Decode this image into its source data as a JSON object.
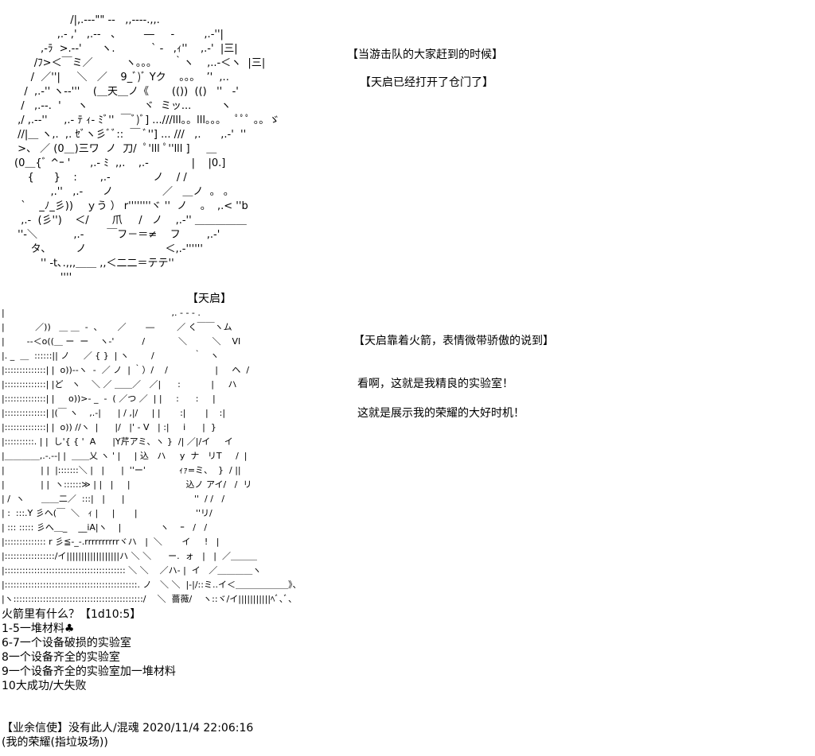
{
  "scene1": {
    "art": "                 /|,.---\"\" --   ,,----.,,.\n             ,.- ,'   ,.-‐   、       ―     ‐         ,.-''|\n        ,-ﾗ  >.--'      ヽ.           ` -   ,ｨ''    ,.-'  |三|\n      /ﾌ>＜￣ミ／          ヽ。。。     ｀ヽ    ,..-＜ヽ  |三|\n     /  ／''|     ＼   ／    9_ﾞ)ﾞ Yク    。。。  ’'  ,..\n   /  ,.-'' ヽ--'''    (＿天＿ノ《       (())  (()   ''   -'\n  /   ,.--.  '     ヽ                 ヾ  ミッ...         ヽ\n ,/ ,.--''     ,.- ﾃ ｨ- ﾐﾞ''  ￣ﾞ)ﾞ] ...///lll。。lll。。。   ﾟﾟﾟ 。。ゞ\n //|＿ ヽ,.  ,. ｾﾞヽ彡ﾞﾞ::  ￣ ﾞ''] ... ///   ,.      ,.-'  ''\n >、 ／ (0＿)三ワ  ノ  刀/  ﾟ'lll ﾟ''lll ]     ＿\n(0＿{ﾞ ^ｰ '      ,.- ﾐ  ,,.    ,.-             |    |0.]\n    {      }    :       ,.-             ノ    / /\n           ,.''   ,.-      ノ               ／   ＿ノ  。 。\n  `    _ﾉ_彡))    ｙう ） r''''''''ヾ ''  ノ    。  ,.< ''b\n  ,.-  (彡'')    ＜/       爪     /   ノ    ,.-'' ＿＿＿＿＿\n ''-＼           ,.-       ￣フ－＝≠    フ        ,.-'\n     タ､         ノ                        ＜,.-''''''\n        '' -t､.,,,＿＿ ,,＜二二＝テテ''\n              ''''",
    "caption1": "【当游击队的大家赶到的时候】",
    "caption2": "【天启已经打开了仓门了】"
  },
  "scene2": {
    "name_tag": "【天启】",
    "art": "|                                                            ,. - - - .\n|           ／))   ＿ ＿  -  ､       ／       ―        ／ く￣￣ヽム\n|        --＜ο((＿ ー  ー    ヽ-'          /            ＼         ＼    VI\n|. _  ＿  ::::::|| ノ     ／ { }  | ヽ        /              ｀   ヽ\n|::::::::::::::| |  ο))--ヽ  -  ／ ノ  | ｀）/    /                 |     ヘ  /\n|::::::::::::::| |ど   ヽ    ＼ ／ ＿＿／   ／|      :           |     ハ\n|::::::::::::::| |     ο))>- _  -  ( ／つ ／  | |     :      :     |\n|::::::::::::::| |(￣ ヽ    ,.-|      | / ,|/     | |       :|       |    :|\n|::::::::::::::| |  ο)) //ヽ  |      |/   |' - V   | :|     i      |  }\n|::::::::::. | |  し'{ { '  A      |Y芹アミ、ヽ }  /| ／|/イ     イ\n|＿＿＿＿,.-.--| |  ＿＿乂 ヽ ' |     | 込   ハ     y  ナ   リT     /  |\n|             | |  |:::::::＼ |   |      |  ''ー'            ｨｧ=ミ、  }  / ||\n|             | |  ヽ::::::≫ | |   |     |                    込ノ アイ/   /  リ\n| /  ヽ      ＿＿二／  :::|   |      |                         ''  / /   /\n| :  :::.Y 彡ヘ(￣  ＼   ｨ |     |       |                     ''リ/\n| ::: ::::: 彡へ＿_    __iA|ヽ    |              ヽ    ｰ   /   /\n|:::::::::::::: r 彡≦-_-.rrrrrrrrrrヾハ   |  ＼       イ     !   |\n|:::::::::::::::::/イ||||||||||||||||||ハ ＼ ＼      ー.  ォ   |   |  ／＿＿＿\n|::::::::::::::::::::::::::::::::::::::::: ＼ ＼    ／ハ- |  イ   ／＿＿＿＿ヽ\n|:::::::::::::::::::::::::::::::::::::::::::::. ノ   ＼ ＼  |-|/::ミ..イ＜＿＿＿＿＿＿》、\n|ヽ::::::::::::::::::::::::::::::::::::::::::::/    ＼  薔薇/    ヽ::ヾ/イ|||||||||||ﾍﾞ､ﾞ、",
    "caption_action": "【天启靠着火箭，表情微带骄傲的说到】",
    "dialog1": "看啊，这就是我精良的实验室！",
    "dialog2": "这就是展示我的荣耀的大好时机！"
  },
  "options": {
    "title": "火箭里有什么？【1d10:5】",
    "items": [
      "1-5一堆材料♣",
      "6-7一个设备破损的实验室",
      "8一个设备齐全的实验室",
      "9一个设备齐全的实验室加一堆材料",
      "10大成功/大失败"
    ]
  },
  "footer": {
    "line1": "【业余信使】没有此人/混魂 2020/11/4 22:06:16",
    "line2": "(我的荣耀(指垃圾场))"
  }
}
